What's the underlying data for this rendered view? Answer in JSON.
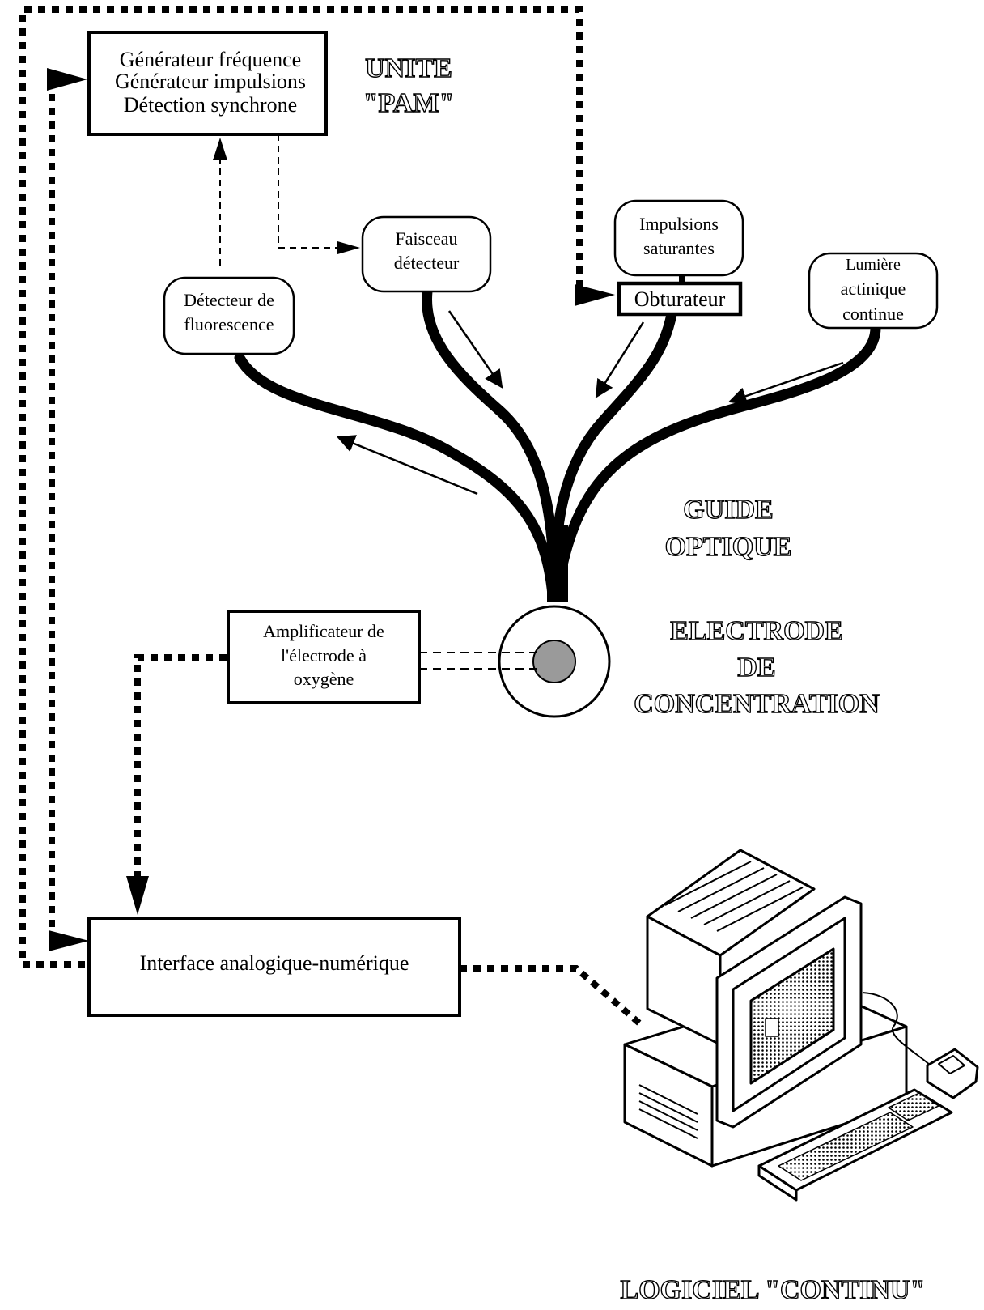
{
  "generator_box": {
    "lines": [
      "Générateur fréquence",
      "Générateur impulsions",
      "Détection synchrone"
    ]
  },
  "unit_title": {
    "lines": [
      "UNITE",
      "\"PAM\""
    ]
  },
  "fluorescence_detector": {
    "lines": [
      "Détecteur de",
      "fluorescence"
    ]
  },
  "detector_beam": {
    "lines": [
      "Faisceau",
      "détecteur"
    ]
  },
  "saturating_pulses": {
    "lines": [
      "Impulsions",
      "saturantes"
    ]
  },
  "shutter": {
    "label": "Obturateur"
  },
  "actinic_light": {
    "lines": [
      "Lumière",
      "actinique",
      "continue"
    ]
  },
  "optical_guide_title": {
    "lines": [
      "GUIDE",
      "OPTIQUE"
    ]
  },
  "amplifier_box": {
    "lines": [
      "Amplificateur de",
      "l'électrode à",
      "oxygène"
    ]
  },
  "electrode_title": {
    "lines": [
      "ELECTRODE",
      "DE",
      "CONCENTRATION"
    ]
  },
  "interface_box": {
    "label": "Interface analogique-numérique"
  },
  "software_title": {
    "label": "LOGICIEL \"CONTINU\""
  },
  "colors": {
    "line": "#000000",
    "electrode_core": "#9a9a9a",
    "screen": "#555555"
  },
  "icons": {
    "computer": "desktop-computer-icon",
    "mouse": "mouse-icon",
    "keyboard": "keyboard-icon"
  }
}
